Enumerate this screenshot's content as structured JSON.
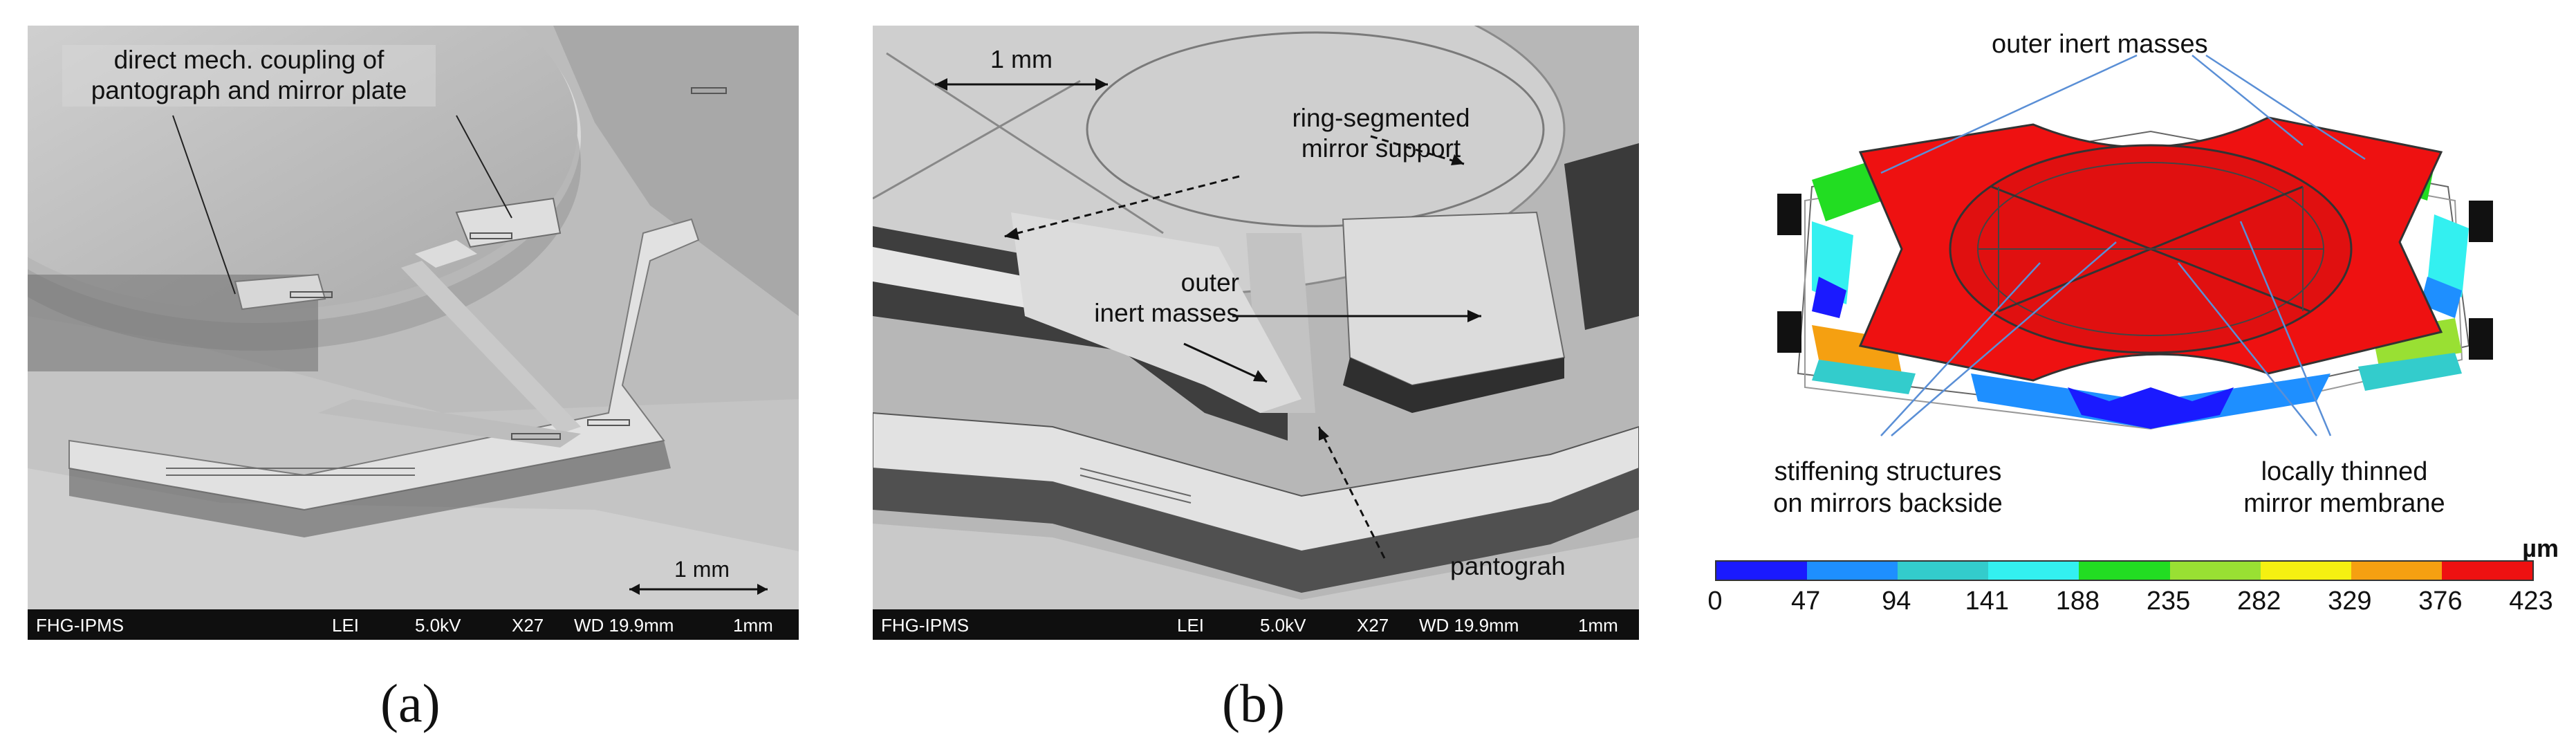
{
  "panel_a": {
    "annotation": [
      "direct mech. coupling of",
      "pantograph and mirror plate"
    ],
    "scale_label": "1 mm",
    "infobar": {
      "lab": "FHG-IPMS",
      "detector": "LEI",
      "voltage": "5.0kV",
      "mag": "X27",
      "wd": "WD 19.9mm",
      "scale": "1mm"
    },
    "caption": "(a)"
  },
  "panel_b": {
    "scale_label": "1 mm",
    "ring_label": [
      "ring-segmented",
      "mirror support"
    ],
    "outer_label": [
      "outer",
      "inert masses"
    ],
    "panto_label": "pantograh",
    "infobar": {
      "lab": "FHG-IPMS",
      "detector": "LEI",
      "voltage": "5.0kV",
      "mag": "X27",
      "wd": "WD 19.9mm",
      "scale": "1mm"
    },
    "caption": "(b)"
  },
  "panel_c": {
    "outer_label": "outer inert masses",
    "stiff_label": [
      "stiffening structures",
      "on mirrors backside"
    ],
    "thinned_label": [
      "locally thinned",
      "mirror membrane"
    ],
    "colorbar": {
      "unit": "µm",
      "ticks": [
        "0",
        "47",
        "94",
        "141",
        "188",
        "235",
        "282",
        "329",
        "376",
        "423"
      ],
      "colors": [
        "#1a1aff",
        "#1e8fff",
        "#33cccc",
        "#33f0f0",
        "#22dd22",
        "#99e033",
        "#f5f011",
        "#f5a011",
        "#ee1111"
      ]
    }
  }
}
